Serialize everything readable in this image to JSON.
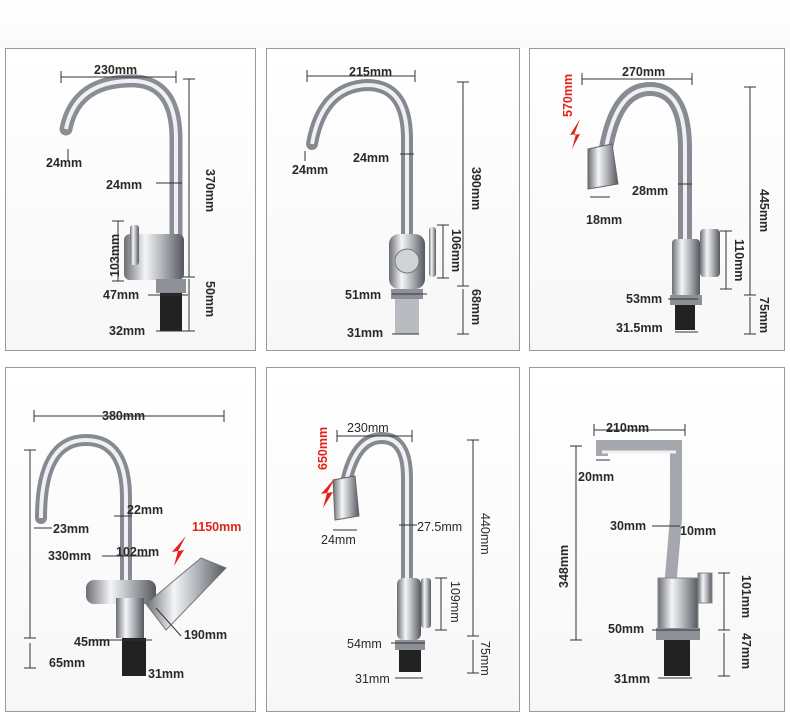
{
  "panels": [
    {
      "id": "p1",
      "labels": {
        "width": "230mm",
        "spout_tip": "24mm",
        "neck": "24mm",
        "height": "370mm",
        "handle": "103mm",
        "base": "47mm",
        "thread": "50mm",
        "shank": "32mm"
      }
    },
    {
      "id": "p2",
      "labels": {
        "width": "215mm",
        "spout_tip": "24mm",
        "neck": "24mm",
        "height": "390mm",
        "handle": "106mm",
        "base": "51mm",
        "thread": "68mm",
        "shank": "31mm"
      }
    },
    {
      "id": "p3",
      "labels": {
        "width": "270mm",
        "pullout": "570mm",
        "neck": "28mm",
        "spray_head": "18mm",
        "height": "445mm",
        "handle": "110mm",
        "base": "53mm",
        "thread": "75mm",
        "shank": "31.5mm"
      }
    },
    {
      "id": "p4",
      "labels": {
        "width": "380mm",
        "neck": "22mm",
        "spout_tip": "23mm",
        "pullout": "1150mm",
        "height": "330mm",
        "sprayer_gap": "102mm",
        "base": "45mm",
        "sprayer_len": "190mm",
        "thread": "65mm",
        "shank": "31mm"
      }
    },
    {
      "id": "p5",
      "labels": {
        "width": "230mm",
        "pullout": "650mm",
        "neck": "27.5mm",
        "spray_head": "24mm",
        "height": "440mm",
        "handle": "109mm",
        "base": "54mm",
        "thread": "75mm",
        "shank": "31mm"
      }
    },
    {
      "id": "p6",
      "labels": {
        "width": "210mm",
        "spout_tip": "20mm",
        "upper": "30mm",
        "neck": "10mm",
        "height": "348mm",
        "handle": "101mm",
        "base": "50mm",
        "thread": "47mm",
        "shank": "31mm"
      }
    }
  ],
  "colors": {
    "chrome_dark": "#5e6166",
    "chrome_light": "#f2f3f5",
    "base_black": "#222222",
    "accent_red": "#e0241a"
  }
}
